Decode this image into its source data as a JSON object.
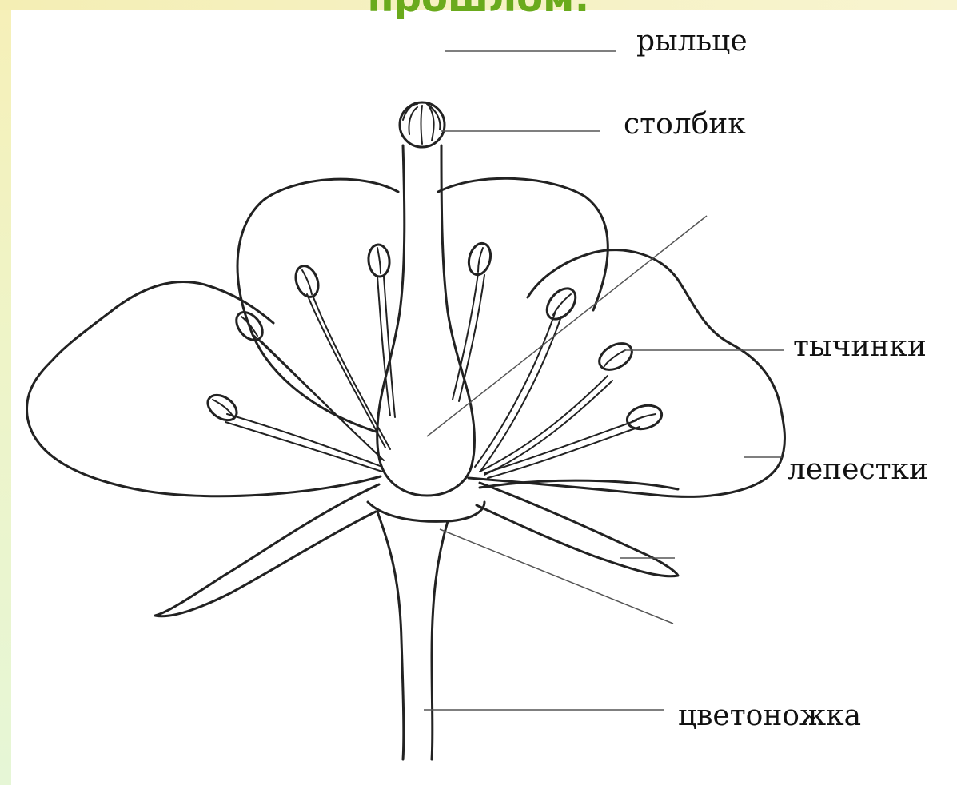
{
  "slide": {
    "title": "прошлом:"
  },
  "diagram": {
    "labels": {
      "stigma": "рыльце",
      "style": "столбик",
      "stamens": "тычинки",
      "petals": "лепестки",
      "pedicel": "цветоножка"
    }
  },
  "colors": {
    "title": "#6aaa1c",
    "line": "#222222",
    "background": "#ffffff"
  }
}
